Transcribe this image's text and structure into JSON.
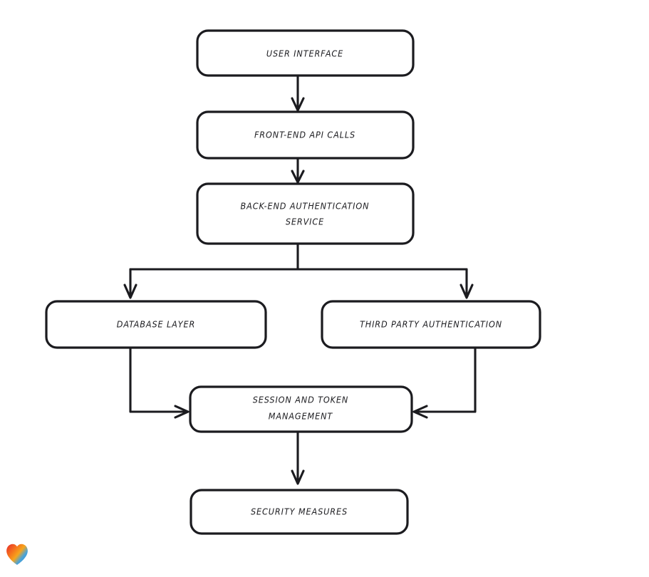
{
  "diagram": {
    "title": "Authentication Architecture Flowchart",
    "style": "hand-drawn",
    "background_color": "#ffffff",
    "stroke_color": "#1b1b1f",
    "node_fill": "#ffffff",
    "nodes": [
      {
        "id": "user-interface",
        "label": "USER INTERFACE",
        "lines": [
          "USER INTERFACE"
        ]
      },
      {
        "id": "front-end-api-calls",
        "label": "FRONT-END API CALLS",
        "lines": [
          "FRONT-END API CALLS"
        ]
      },
      {
        "id": "back-end-auth-service",
        "label": "BACK-END AUTHENTICATION SERVICE",
        "lines": [
          "BACK-END AUTHENTICATION",
          "SERVICE"
        ]
      },
      {
        "id": "database-layer",
        "label": "DATABASE LAYER",
        "lines": [
          "DATABASE LAYER"
        ]
      },
      {
        "id": "third-party-authentication",
        "label": "THIRD PARTY AUTHENTICATION",
        "lines": [
          "THIRD PARTY AUTHENTICATION"
        ]
      },
      {
        "id": "session-and-token-management",
        "label": "SESSION AND TOKEN MANAGEMENT",
        "lines": [
          "SESSION AND TOKEN",
          "MANAGEMENT"
        ]
      },
      {
        "id": "security-measures",
        "label": "SECURITY MEASURES",
        "lines": [
          "SECURITY MEASURES"
        ]
      }
    ],
    "edges": [
      {
        "from": "user-interface",
        "to": "front-end-api-calls",
        "type": "straight-down"
      },
      {
        "from": "front-end-api-calls",
        "to": "back-end-auth-service",
        "type": "straight-down"
      },
      {
        "from": "back-end-auth-service",
        "to": "database-layer",
        "type": "split-left"
      },
      {
        "from": "back-end-auth-service",
        "to": "third-party-authentication",
        "type": "split-right"
      },
      {
        "from": "database-layer",
        "to": "session-and-token-management",
        "type": "elbow-right"
      },
      {
        "from": "third-party-authentication",
        "to": "session-and-token-management",
        "type": "elbow-left"
      },
      {
        "from": "session-and-token-management",
        "to": "security-measures",
        "type": "straight-down"
      }
    ]
  },
  "watermark": {
    "icon": "heart-icon",
    "colors": [
      "#e8342a",
      "#f5a019",
      "#f77d1e",
      "#2a8ed6",
      "#3bb6c4"
    ]
  }
}
